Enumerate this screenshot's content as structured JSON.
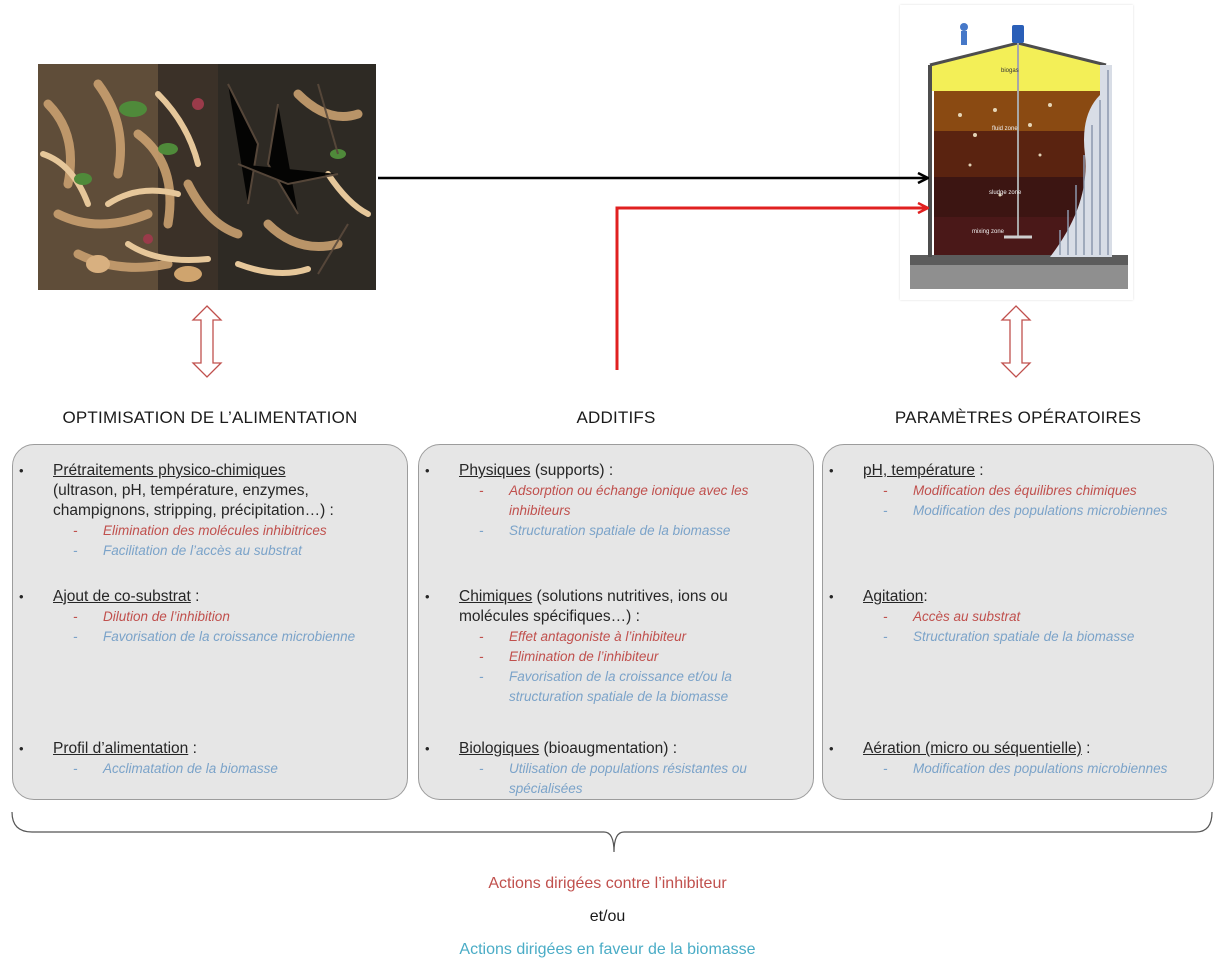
{
  "colors": {
    "red_action": "#c0504d",
    "blue_action": "#7ba3c9",
    "footer_blue": "#4aacc6",
    "box_fill": "#e6e6e6",
    "arrow_black": "#000000",
    "arrow_red": "#e02020"
  },
  "digester_labels": {
    "biogas": "biogas",
    "fluid_zone": "fluid zone",
    "sludge_zone": "sludge zone",
    "mixing_zone": "mixing zone"
  },
  "columns": [
    {
      "heading": "OPTIMISATION DE L’ALIMENTATION",
      "items": [
        {
          "bullet": "•",
          "underlined": "Prétraitements physico-chimiques",
          "rest": "",
          "extra_lines": [
            "(ultrason, pH, température, enzymes,",
            "champignons, stripping, précipitation…) :"
          ],
          "subs": [
            {
              "dash": "-",
              "text": "Elimination des molécules inhibitrices",
              "kind": "red"
            },
            {
              "dash": "-",
              "text": "Facilitation de l’accès au substrat",
              "kind": "blue"
            }
          ]
        },
        {
          "bullet": "•",
          "underlined": "Ajout de co-substrat",
          "rest": " :",
          "extra_lines": [],
          "subs": [
            {
              "dash": "-",
              "text": "Dilution de l’inhibition",
              "kind": "red"
            },
            {
              "dash": "-",
              "text": "Favorisation de la croissance microbienne",
              "kind": "blue"
            }
          ]
        },
        {
          "bullet": "•",
          "underlined": "Profil d’alimentation",
          "rest": " :",
          "extra_lines": [],
          "subs": [
            {
              "dash": "-",
              "text": "Acclimatation de la biomasse",
              "kind": "blue"
            }
          ]
        }
      ]
    },
    {
      "heading": "ADDITIFS",
      "items": [
        {
          "bullet": "•",
          "underlined": "Physiques",
          "rest": " (supports) :",
          "extra_lines": [],
          "subs": [
            {
              "dash": "-",
              "text": "Adsorption ou échange ionique avec les inhibiteurs",
              "kind": "red"
            },
            {
              "dash": "-",
              "text": "Structuration spatiale de la biomasse",
              "kind": "blue"
            }
          ]
        },
        {
          "bullet": "•",
          "underlined": "Chimiques",
          "rest": " (solutions nutritives, ions ou",
          "extra_lines": [
            "molécules spécifiques…) :"
          ],
          "subs": [
            {
              "dash": "-",
              "text": "Effet antagoniste à l’inhibiteur",
              "kind": "red"
            },
            {
              "dash": "-",
              "text": "Elimination de l’inhibiteur",
              "kind": "red"
            },
            {
              "dash": "-",
              "text": "Favorisation de la croissance et/ou la structuration spatiale de la biomasse",
              "kind": "blue"
            }
          ]
        },
        {
          "bullet": "•",
          "underlined": "Biologiques",
          "rest": " (bioaugmentation) :",
          "extra_lines": [],
          "subs": [
            {
              "dash": "-",
              "text": "Utilisation de populations résistantes ou spécialisées",
              "kind": "blue"
            }
          ]
        }
      ]
    },
    {
      "heading": "PARAMÈTRES OPÉRATOIRES",
      "items": [
        {
          "bullet": "•",
          "underlined": "pH, température",
          "rest": " :",
          "extra_lines": [],
          "subs": [
            {
              "dash": "-",
              "text": "Modification des équilibres chimiques",
              "kind": "red"
            },
            {
              "dash": "-",
              "text": "Modification des populations microbiennes",
              "kind": "blue"
            }
          ]
        },
        {
          "bullet": "•",
          "underlined": "Agitation",
          "rest": ":",
          "extra_lines": [],
          "subs": [
            {
              "dash": "-",
              "text": "Accès au substrat",
              "kind": "red"
            },
            {
              "dash": "-",
              "text": "Structuration spatiale de la biomasse",
              "kind": "blue"
            }
          ]
        },
        {
          "bullet": "•",
          "underlined": "Aération (micro ou séquentielle)",
          "rest": " :",
          "extra_lines": [],
          "subs": [
            {
              "dash": "-",
              "text": "Modification des populations microbiennes",
              "kind": "blue"
            }
          ]
        }
      ]
    }
  ],
  "footer": {
    "against_inhibitor": "Actions dirigées contre l’inhibiteur",
    "connector": "et/ou",
    "for_biomass": "Actions dirigées en faveur de la biomasse"
  }
}
